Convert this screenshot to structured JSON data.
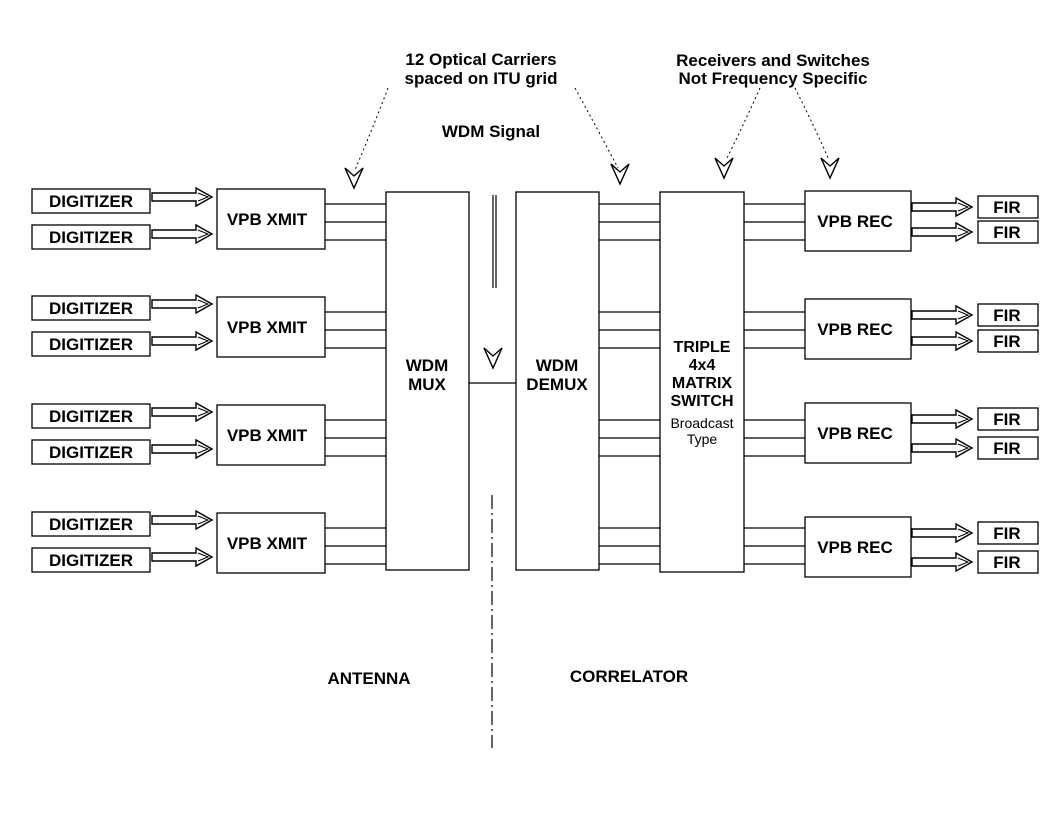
{
  "digitizer_label": "DIGITIZER",
  "transmitter_label": "VPB XMIT",
  "receiver_label": "VPB REC",
  "fir_label": "FIR",
  "mux_label": [
    "WDM",
    "MUX"
  ],
  "demux_label": [
    "WDM",
    "DEMUX"
  ],
  "switch_label": [
    "TRIPLE",
    "4x4",
    "MATRIX",
    "SWITCH"
  ],
  "switch_sublabel": [
    "Broadcast",
    "Type"
  ],
  "annotations": {
    "optical_carriers": [
      "12 Optical Carriers",
      "spaced on ITU grid"
    ],
    "receivers_switches": [
      "Receivers and Switches",
      "Not Frequency Specific"
    ],
    "wdm_signal": "WDM Signal"
  },
  "regions": {
    "antenna": "ANTENNA",
    "correlator": "CORRELATOR"
  }
}
